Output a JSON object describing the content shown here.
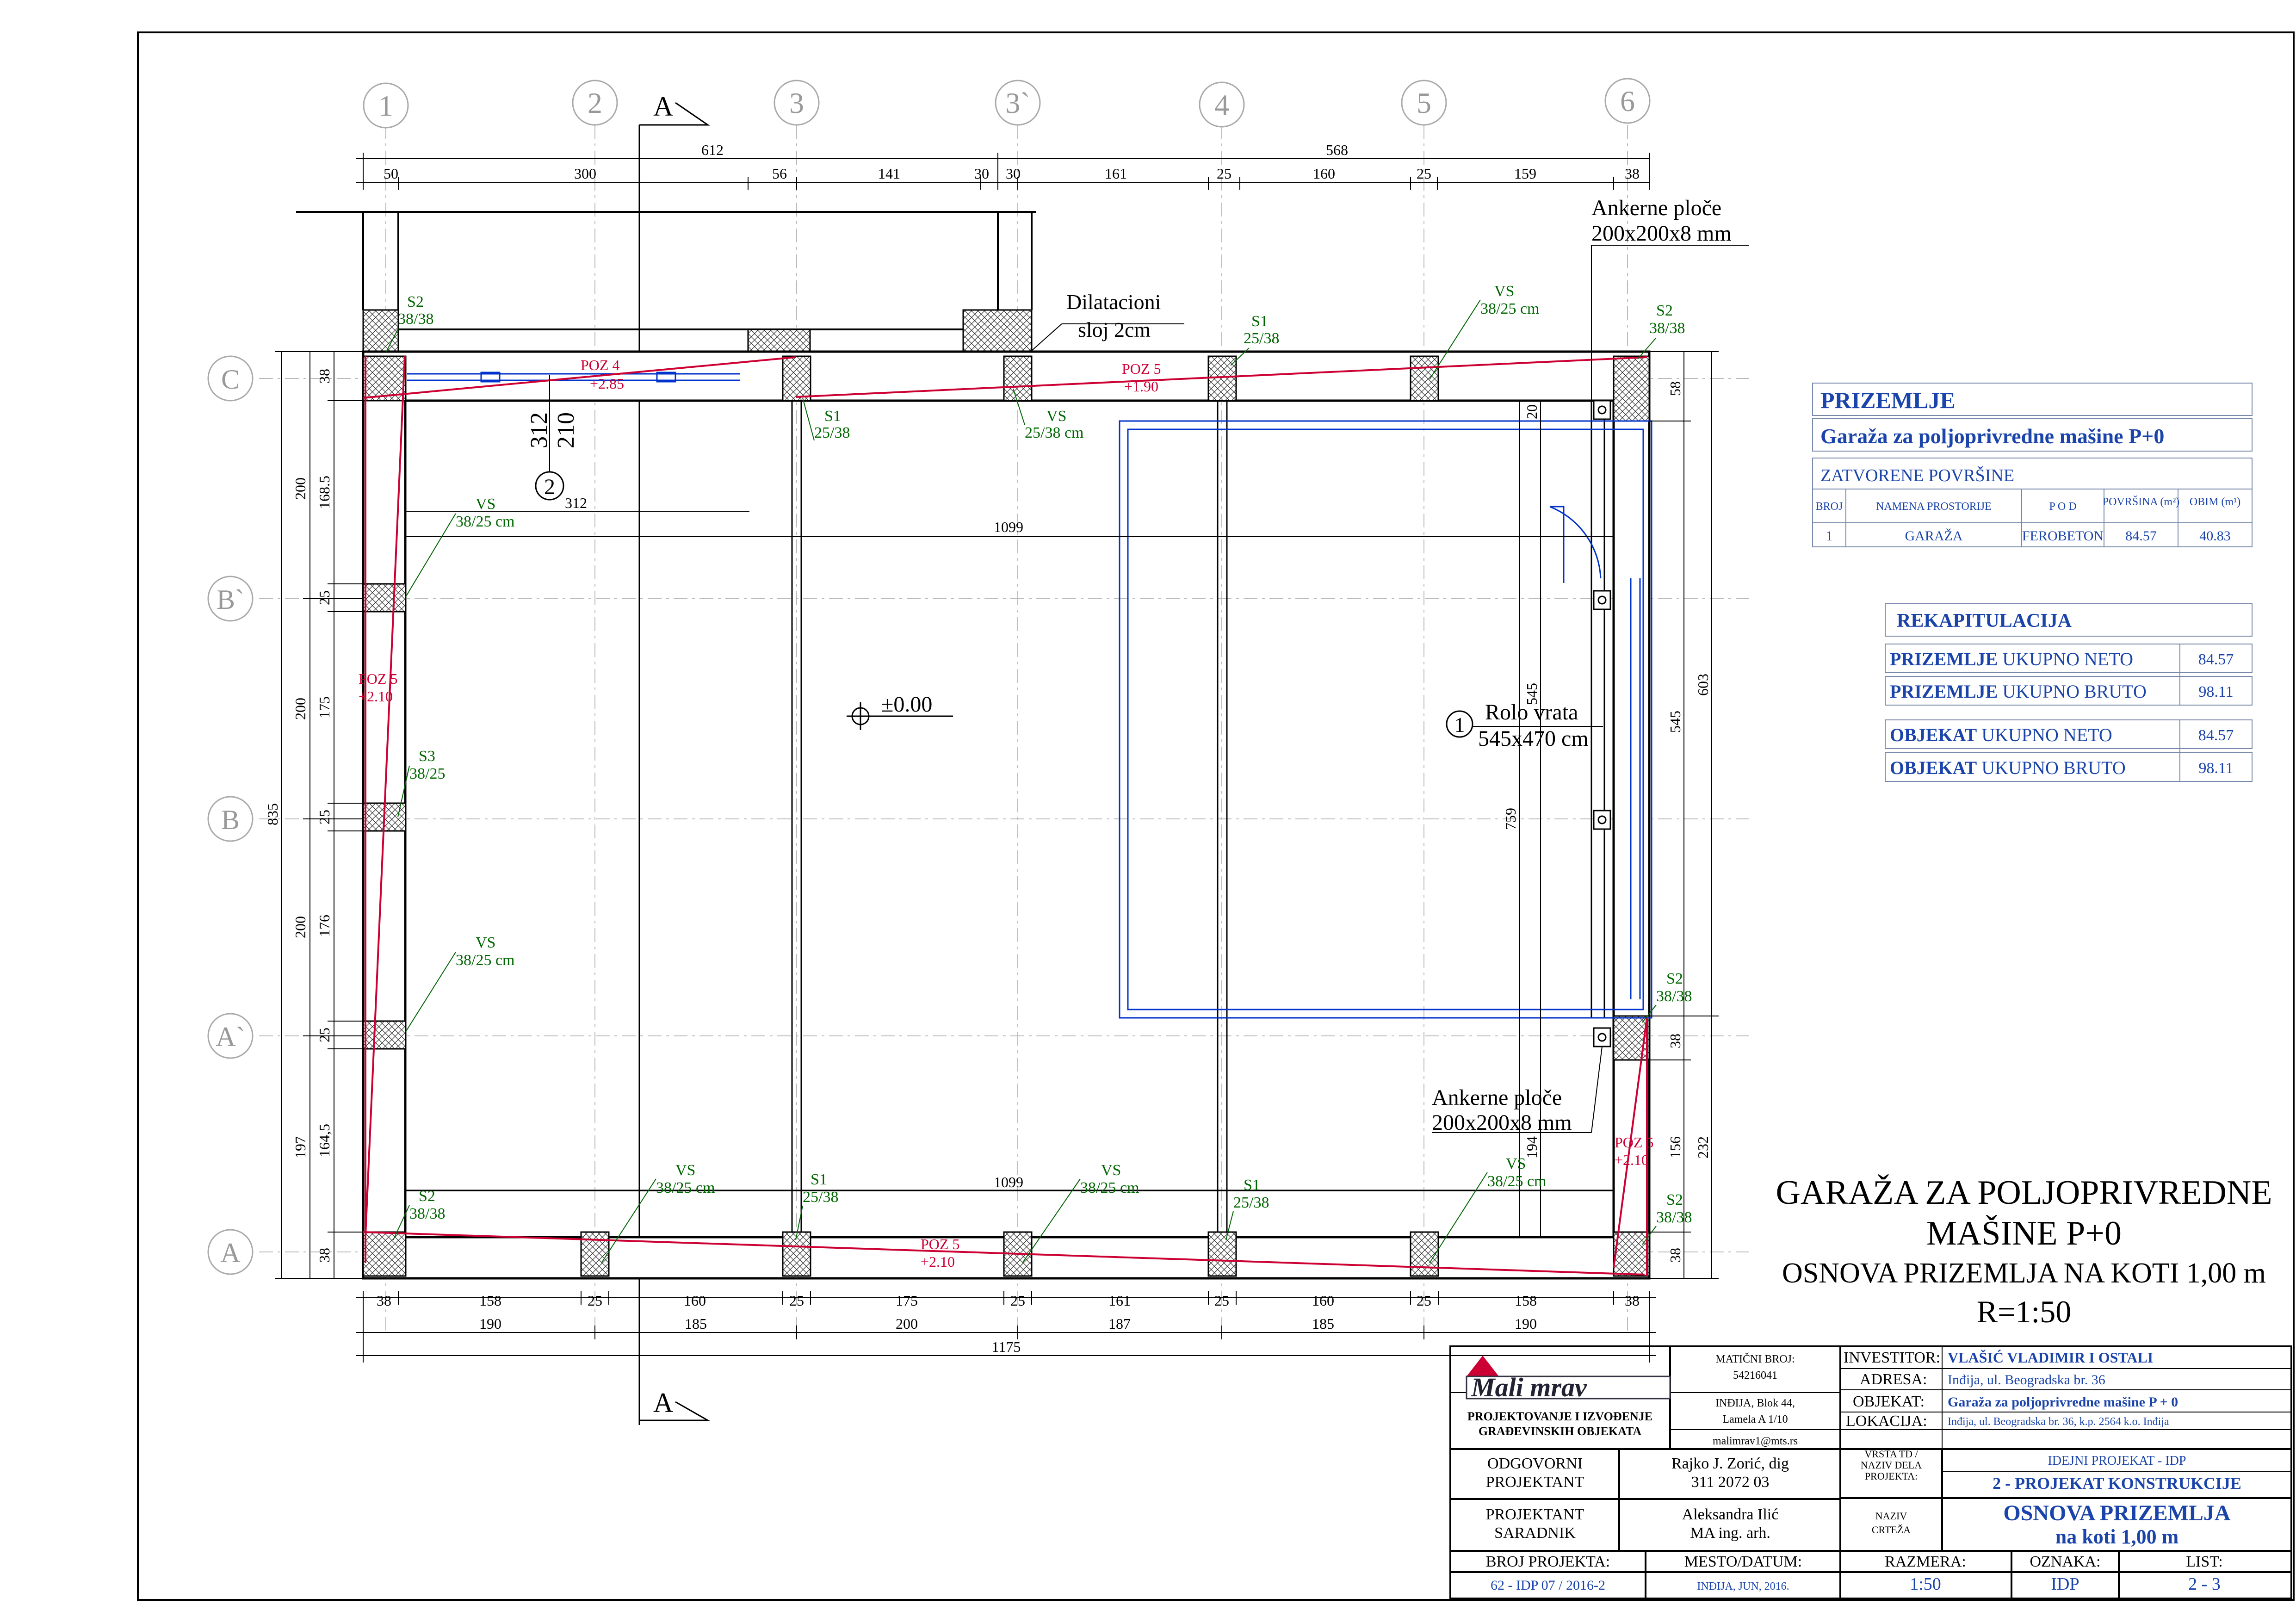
{
  "axes": {
    "columns": [
      "1",
      "2",
      "3",
      "3`",
      "4",
      "5",
      "6"
    ],
    "rows": [
      "C",
      "B`",
      "B",
      "A`",
      "A"
    ]
  },
  "dims": {
    "top_total": [
      "612",
      "568"
    ],
    "top_parts": [
      "50",
      "300",
      "56",
      "141",
      "30",
      "30",
      "161",
      "25",
      "160",
      "25",
      "159",
      "38"
    ],
    "bottom_parts": [
      "38",
      "158",
      "25",
      "160",
      "25",
      "175",
      "25",
      "161",
      "25",
      "160",
      "25",
      "158",
      "38"
    ],
    "bottom_axes": [
      "190",
      "185",
      "200",
      "187",
      "185",
      "190"
    ],
    "bottom_total": "1175",
    "left_total": "835",
    "left_outer": [
      "200",
      "200",
      "200",
      "197"
    ],
    "left_inner": [
      "38",
      "168.5",
      "25",
      "175",
      "25",
      "176",
      "25",
      "164,5",
      "38"
    ],
    "right_outer": [
      "603",
      "232"
    ],
    "right_inner": [
      "58",
      "545",
      "38",
      "156",
      "38"
    ],
    "interior": [
      "312",
      "210",
      "312",
      "1099",
      "1099",
      "759",
      "545",
      "20",
      "194"
    ]
  },
  "labels": {
    "section_mark": "A",
    "dilatacioni": [
      "Dilatacioni",
      "sloj 2cm"
    ],
    "ankerne_label": "Ankerne ploče",
    "ankerne_size": "200x200x8 mm",
    "rolo_num": "1",
    "rolo_title": "Rolo vrata",
    "rolo_size": "545x470 cm",
    "window_num": "2",
    "level": "±0.00",
    "s2": "S2",
    "s2_size": "38/38",
    "s1": "S1",
    "s1_size": "25/38",
    "vs": "VS",
    "vs_size": "38/25 cm",
    "vs_size2": "25/38 cm",
    "s3": "S3",
    "s3_size": "38/25",
    "poz4": "POZ 4",
    "poz4_h": "+2.85",
    "poz5": "POZ 5",
    "poz5_190": "+1.90",
    "poz5_210": "+2.10"
  },
  "prizemlje": {
    "heading": "PRIZEMLJE",
    "subheading": "Garaža za poljoprivredne mašine  P+0",
    "section": "ZATVORENE  POVRŠINE",
    "columns": [
      "BROJ",
      "NAMENA PROSTORIJE",
      "P O D",
      "POVRŠINA (m²)",
      "OBIM (m¹)"
    ],
    "row": [
      "1",
      "GARAŽA",
      "FEROBETON",
      "84.57",
      "40.83"
    ]
  },
  "rekapitulacija": {
    "heading": "REKAPITULACIJA",
    "rows": [
      {
        "bold": "PRIZEMLJE",
        "rest": " UKUPNO NETO",
        "value": "84.57"
      },
      {
        "bold": "PRIZEMLJE",
        "rest": " UKUPNO BRUTO",
        "value": "98.11"
      },
      {
        "bold": "OBJEKAT",
        "rest": " UKUPNO NETO",
        "value": "84.57"
      },
      {
        "bold": "OBJEKAT",
        "rest": " UKUPNO BRUTO",
        "value": "98.11"
      }
    ]
  },
  "drawing_title": {
    "line1": "GARAŽA ZA POLJOPRIVREDNE",
    "line2": "MAŠINE   P+0",
    "line3": "OSNOVA PRIZEMLJA NA KOTI 1,00 m",
    "line4": "R=1:50"
  },
  "title_block": {
    "logo": "Mali mrav",
    "firm_line1": "PROJEKTOVANJE I IZVOĐENJE",
    "firm_line2": "GRAĐEVINSKIH OBJEKATA",
    "mb_label": "MATIČNI BROJ:",
    "mb_value": "54216041",
    "address1": "INĐIJA, Blok 44,",
    "address2": "Lamela A 1/10",
    "email": "malimrav1@mts.rs",
    "odg_label1": "ODGOVORNI",
    "odg_label2": "PROJEKTANT",
    "odg_name": "Rajko J. Zorić, dig",
    "odg_num": "311 2072 03",
    "sar_label1": "PROJEKTANT",
    "sar_label2": "SARADNIK",
    "sar_name": "Aleksandra Ilić",
    "sar_title": "MA ing. arh.",
    "broj_label": "BROJ PROJEKTA:",
    "broj_value": "62 - IDP 07 / 2016-2",
    "mesto_label": "MESTO/DATUM:",
    "mesto_value": "INĐIJA, JUN, 2016.",
    "investitor_label": "INVESTITOR:",
    "investitor_value": "VLAŠIĆ VLADIMIR I OSTALI",
    "adresa_label": "ADRESA:",
    "adresa_value": "Inđija, ul. Beogradska br. 36",
    "objekat_label": "OBJEKAT:",
    "objekat_value": "Garaža za poljoprivredne mašine   P + 0",
    "lokacija_label": "LOKACIJA:",
    "lokacija_value": "Inđija, ul. Beogradska br. 36, k.p. 2564 k.o. Inđija",
    "vrsta_label1": "VRSTA TD /",
    "vrsta_label2": "NAZIV DELA",
    "vrsta_label3": "PROJEKTA:",
    "vrsta_value": "IDEJNI PROJEKAT - IDP",
    "deo_value": "2 - PROJEKAT KONSTRUKCIJE",
    "naziv_label1": "NAZIV",
    "naziv_label2": "CRTEŽA",
    "naziv_value1": "OSNOVA  PRIZEMLJA",
    "naziv_value2": "na koti 1,00 m",
    "razmera_label": "RAZMERA:",
    "razmera_value": "1:50",
    "oznaka_label": "OZNAKA:",
    "oznaka_value": "IDP",
    "list_label": "LIST:",
    "list_value": "2 - 3"
  }
}
